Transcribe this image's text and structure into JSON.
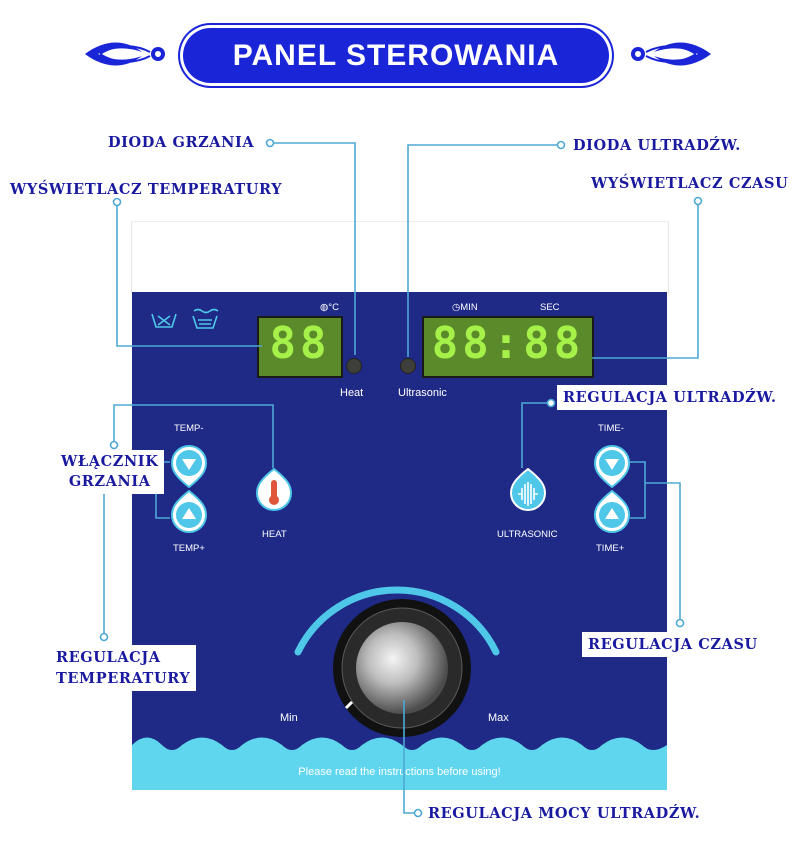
{
  "header": {
    "title": "PANEL STEROWANIA"
  },
  "callouts": {
    "heat_led": "DIODA GRZANIA",
    "ultrasonic_led": "DIODA ULTRADŹW.",
    "temp_display": "WYŚWIETLACZ TEMPERATURY",
    "time_display": "WYŚWIETLACZ CZASU",
    "ultrasonic_control": "REGULACJA ULTRADŹW.",
    "heat_switch_line1": "WŁĄCZNIK",
    "heat_switch_line2": "GRZANIA",
    "time_control": "REGULACJA CZASU",
    "temp_control_line1": "REGULACJA",
    "temp_control_line2": "TEMPERATURY",
    "power_control": "REGULACJA MOCY ULTRADŹW."
  },
  "panel": {
    "temp_unit": "°C",
    "min_label": "MIN",
    "sec_label": "SEC",
    "temp_digits": "88",
    "time_digits": "88:88",
    "heat_led_label": "Heat",
    "ultrasonic_led_label": "Ultrasonic",
    "temp_minus": "TEMP-",
    "temp_plus": "TEMP+",
    "heat_button": "HEAT",
    "ultrasonic_button": "ULTRASONIC",
    "time_minus": "TIME-",
    "time_plus": "TIME+",
    "knob_min": "Min",
    "knob_max": "Max",
    "footer": "Please read the instructions before using!"
  },
  "colors": {
    "panel_bg": "#1f2a86",
    "accent": "#4fc7e8",
    "title_bg": "#1a25d8",
    "callout_text": "#1a1aa0"
  },
  "icons": [
    "wash-temp-icon",
    "wash-basin-icon",
    "thermometer-icon",
    "sound-wave-icon",
    "arrow-down-icon",
    "arrow-up-icon",
    "clock-icon",
    "thermo-small-icon"
  ]
}
